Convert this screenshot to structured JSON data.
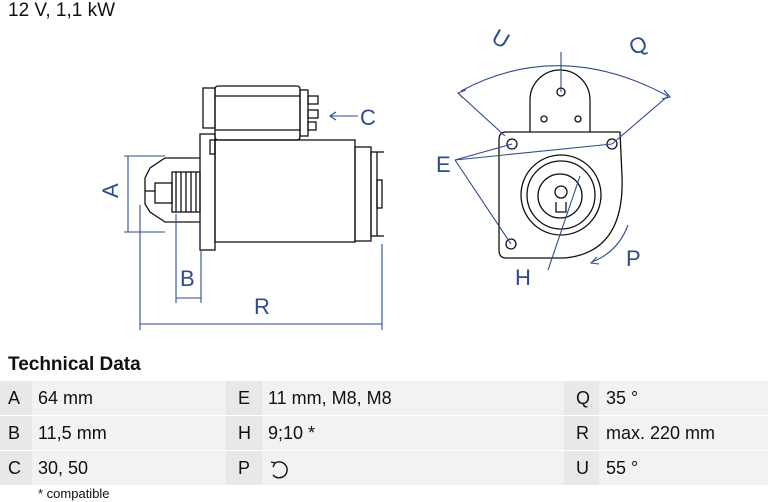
{
  "heading": "12 V, 1,1 kW",
  "drawing": {
    "side_labels": {
      "A": "A",
      "B": "B",
      "C": "C",
      "R": "R"
    },
    "front_labels": {
      "U": "U",
      "Q": "Q",
      "E": "E",
      "H": "H",
      "P": "P"
    },
    "line_color": "#2e4b8f",
    "body_color": "#111111"
  },
  "technical_data": {
    "title": "Technical Data",
    "rows": [
      [
        {
          "key": "A",
          "value": "64 mm"
        },
        {
          "key": "E",
          "value": "11 mm, M8, M8"
        },
        {
          "key": "Q",
          "value": "35 °"
        }
      ],
      [
        {
          "key": "B",
          "value": "11,5 mm"
        },
        {
          "key": "H",
          "value": "9;10 *"
        },
        {
          "key": "R",
          "value": "max. 220 mm"
        }
      ],
      [
        {
          "key": "C",
          "value": "30, 50"
        },
        {
          "key": "P",
          "value": "",
          "icon": "rotation-direction-icon"
        },
        {
          "key": "U",
          "value": "55 °"
        }
      ]
    ]
  },
  "footnote": "* compatible"
}
